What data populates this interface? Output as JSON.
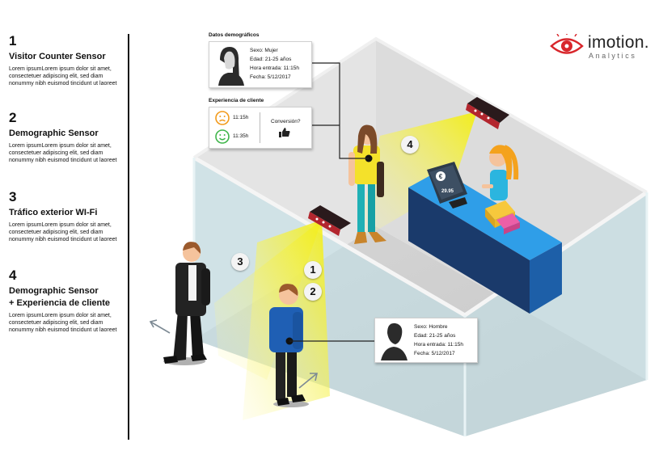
{
  "steps": [
    {
      "number": "1",
      "title": "Visitor Counter Sensor",
      "body": "Lorem ipsumLorem ipsum dolor sit amet, consectetuer adipiscing elit, sed diam nonummy nibh euismod tincidunt ut laoreet"
    },
    {
      "number": "2",
      "title": "Demographic Sensor",
      "body": "Lorem ipsumLorem ipsum dolor sit amet, consectetuer adipiscing elit, sed diam nonummy nibh euismod tincidunt ut laoreet"
    },
    {
      "number": "3",
      "title": "Tráfico exterior WI-Fi",
      "body": "Lorem ipsumLorem ipsum dolor sit amet, consectetuer adipiscing elit, sed diam nonummy nibh euismod tincidunt ut laoreet"
    },
    {
      "number": "4",
      "title_line1": "Demographic Sensor",
      "title_line2": "+ Experiencia de cliente",
      "body": "Lorem ipsumLorem ipsum dolor sit amet, consectetuer adipiscing elit, sed diam nonummy nibh euismod tincidunt ut laoreet"
    }
  ],
  "logo": {
    "word": "imotion.",
    "sub": "Analytics",
    "accent": "#d8262b"
  },
  "demographics": {
    "label": "Datos demográficos",
    "sexo": "Sexo: Mujer",
    "edad": "Edad: 21-25 años",
    "hora": "Hora entrada: 11:15h",
    "fecha": "Fecha: 5/12/2017"
  },
  "experience": {
    "label": "Experiencia de cliente",
    "time_sad": "11:15h",
    "time_happy": "11:35h",
    "conversion": "Conversión?"
  },
  "man_card": {
    "sexo": "Sexo: Hombre",
    "edad": "Edad: 21-25 años",
    "hora": "Hora entrada: 11:15h",
    "fecha": "Fecha: 5/12/2017"
  },
  "badges": {
    "one": "1",
    "two": "2",
    "three": "3",
    "four": "4"
  },
  "pos_price": "29.95",
  "colors": {
    "counter_blue": "#1d8fe0",
    "sensor_red": "#b3262e",
    "cone_yellow": "#f6f01e",
    "room_gray": "#d9d9d9"
  }
}
